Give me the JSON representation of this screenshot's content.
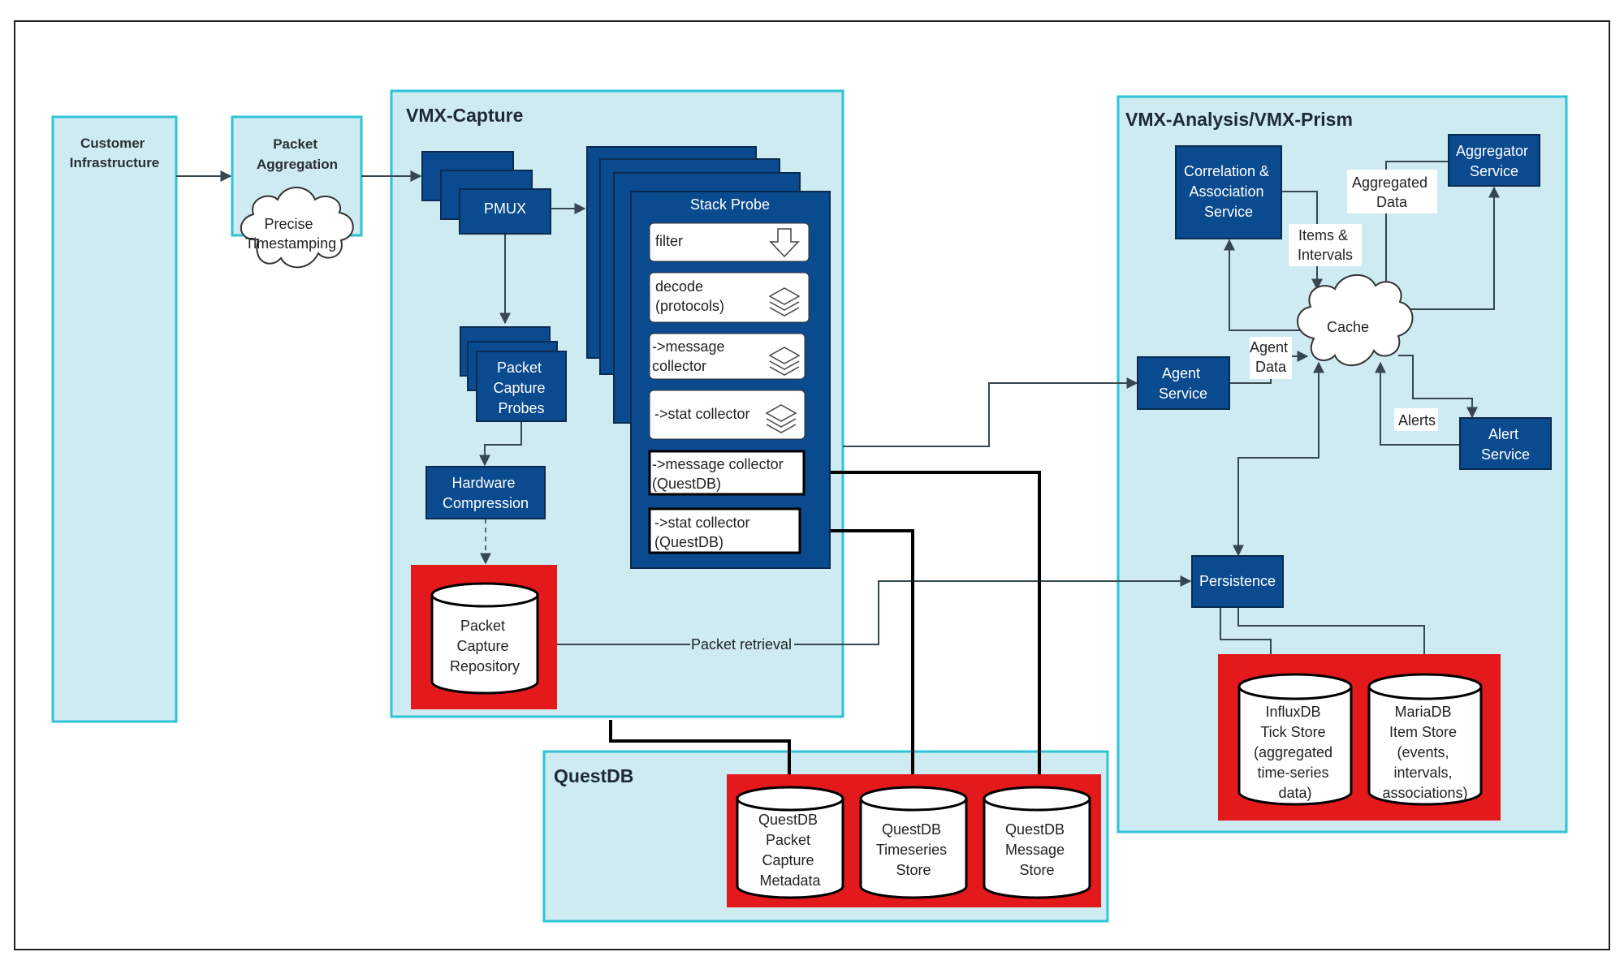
{
  "groups": {
    "vmx_capture": "VMX-Capture",
    "vmx_analysis": "VMX-Analysis/VMX-Prism",
    "questdb": "QuestDB"
  },
  "nodes": {
    "customer_infra": [
      "Customer",
      "Infrastructure"
    ],
    "packet_aggregation": [
      "Packet",
      "Aggregation"
    ],
    "precise_timestamping": [
      "Precise",
      "Timestamping"
    ],
    "pmux": "PMUX",
    "packet_capture_probes": [
      "Packet",
      "Capture",
      "Probes"
    ],
    "hardware_compression": [
      "Hardware",
      "Compression"
    ],
    "packet_capture_repository": [
      "Packet",
      "Capture",
      "Repository"
    ],
    "stack_probe": {
      "title": "Stack Probe",
      "filter": "filter",
      "decode": [
        "decode",
        "(protocols)"
      ],
      "message_collector": [
        "->message",
        "collector"
      ],
      "stat_collector": "->stat collector",
      "message_collector_questdb": [
        "->message collector",
        "(QuestDB)"
      ],
      "stat_collector_questdb": [
        "->stat collector",
        "(QuestDB)"
      ]
    },
    "correlation_service": [
      "Correlation &",
      "Association",
      "Service"
    ],
    "aggregator_service": [
      "Aggregator",
      "Service"
    ],
    "cache": "Cache",
    "agent_service": [
      "Agent",
      "Service"
    ],
    "alert_service": [
      "Alert",
      "Service"
    ],
    "persistence": "Persistence",
    "influxdb": [
      "InfluxDB",
      "Tick Store",
      "(aggregated",
      "time-series",
      "data)"
    ],
    "mariadb": [
      "MariaDB",
      "Item Store",
      "(events,",
      "intervals,",
      "associations)"
    ],
    "questdb_packet_capture": [
      "QuestDB",
      "Packet",
      "Capture",
      "Metadata"
    ],
    "questdb_timeseries": [
      "QuestDB",
      "Timeseries",
      "Store"
    ],
    "questdb_message": [
      "QuestDB",
      "Message",
      "Store"
    ]
  },
  "edge_labels": {
    "items_intervals": [
      "Items &",
      "Intervals"
    ],
    "aggregated_data": [
      "Aggregated",
      "Data"
    ],
    "agent_data": [
      "Agent",
      "Data"
    ],
    "alerts": "Alerts",
    "packet_retrieval": "Packet retrieval"
  },
  "colors": {
    "service_fill": "#0a4a8f",
    "group_fill": "#cdebf1",
    "group_border": "#2ec3d6",
    "storage_bg": "#e3191b"
  }
}
